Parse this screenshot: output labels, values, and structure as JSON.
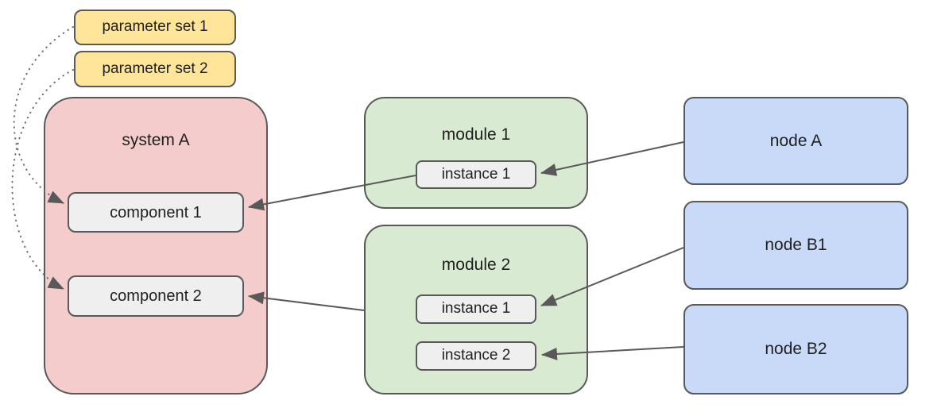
{
  "colors": {
    "parameter_fill": "#ffe599",
    "system_fill": "#f4cccc",
    "module_fill": "#d9ead3",
    "node_fill": "#c9daf8",
    "inner_box_fill": "#efefef",
    "stroke": "#595959",
    "text": "#1f1f1f",
    "background": "#ffffff"
  },
  "shapes": {
    "parameter_set_1": {
      "label": "parameter set 1"
    },
    "parameter_set_2": {
      "label": "parameter set 2"
    },
    "system_a": {
      "label": "system A"
    },
    "component_1": {
      "label": "component 1"
    },
    "component_2": {
      "label": "component 2"
    },
    "module_1": {
      "label": "module 1"
    },
    "module_1_instance_1": {
      "label": "instance 1"
    },
    "module_2": {
      "label": "module 2"
    },
    "module_2_instance_1": {
      "label": "instance 1"
    },
    "module_2_instance_2": {
      "label": "instance 2"
    },
    "node_a": {
      "label": "node A"
    },
    "node_b1": {
      "label": "node B1"
    },
    "node_b2": {
      "label": "node B2"
    }
  },
  "edges": [
    {
      "from": "node A",
      "to": "module 1 / instance 1",
      "style": "solid-arrow"
    },
    {
      "from": "module 1 / instance 1",
      "to": "component 1",
      "style": "solid-arrow"
    },
    {
      "from": "node B1",
      "to": "module 2 / instance 1",
      "style": "solid-arrow"
    },
    {
      "from": "node B2",
      "to": "module 2 / instance 2",
      "style": "solid-arrow"
    },
    {
      "from": "module 2",
      "to": "component 2",
      "style": "solid-arrow"
    },
    {
      "from": "parameter set 1",
      "to": "component 1",
      "style": "dotted-arrow"
    },
    {
      "from": "parameter set 2",
      "to": "component 2",
      "style": "dotted-arrow"
    }
  ]
}
